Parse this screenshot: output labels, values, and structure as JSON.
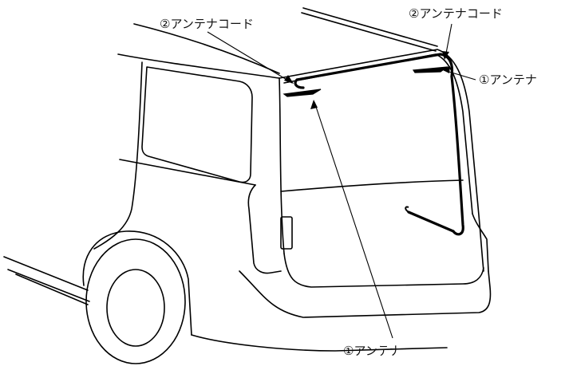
{
  "labels": {
    "antenna_cord_left": "②アンテナコード",
    "antenna_cord_right": "②アンテナコード",
    "antenna_right": "①アンテナ",
    "antenna_bottom": "①アンテナ"
  }
}
